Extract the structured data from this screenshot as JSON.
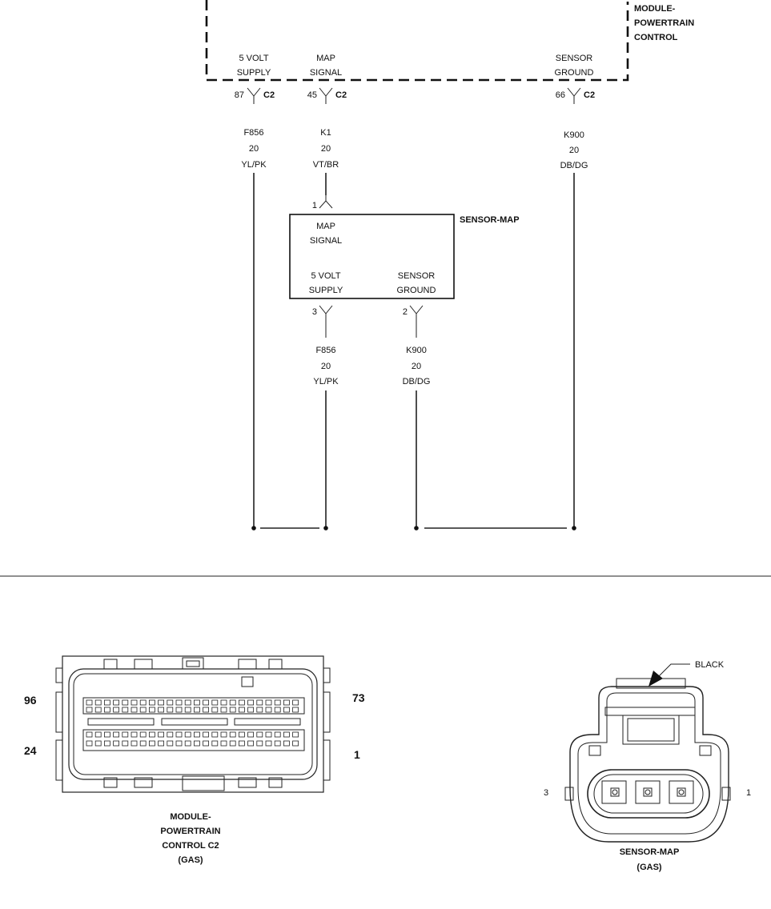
{
  "pcm": {
    "title": [
      "MODULE-",
      "POWERTRAIN",
      "CONTROL"
    ],
    "pins": [
      {
        "line1": "5 VOLT",
        "line2": "SUPPLY",
        "pin": "87",
        "conn": "C2",
        "circuit": "F856",
        "gauge": "20",
        "color": "YL/PK"
      },
      {
        "line1": "MAP",
        "line2": "SIGNAL",
        "pin": "45",
        "conn": "C2",
        "circuit": "K1",
        "gauge": "20",
        "color": "VT/BR"
      },
      {
        "line1": "SENSOR",
        "line2": "GROUND",
        "pin": "66",
        "conn": "C2",
        "circuit": "K900",
        "gauge": "20",
        "color": "DB/DG"
      }
    ]
  },
  "sensor": {
    "title": "SENSOR-MAP",
    "signal": {
      "line1": "MAP",
      "line2": "SIGNAL",
      "pin": "1"
    },
    "supply": {
      "line1": "5 VOLT",
      "line2": "SUPPLY",
      "pin": "3",
      "circuit": "F856",
      "gauge": "20",
      "color": "YL/PK"
    },
    "ground": {
      "line1": "SENSOR",
      "line2": "GROUND",
      "pin": "2",
      "circuit": "K900",
      "gauge": "20",
      "color": "DB/DG"
    }
  },
  "pcm_connector": {
    "pin_tl": "96",
    "pin_tr": "73",
    "pin_bl": "24",
    "pin_br": "1",
    "caption": [
      "MODULE-",
      "POWERTRAIN",
      "CONTROL C2",
      "(GAS)"
    ]
  },
  "map_connector": {
    "color_label": "BLACK",
    "pin_left": "3",
    "pin_right": "1",
    "caption": [
      "SENSOR-MAP",
      "(GAS)"
    ]
  }
}
